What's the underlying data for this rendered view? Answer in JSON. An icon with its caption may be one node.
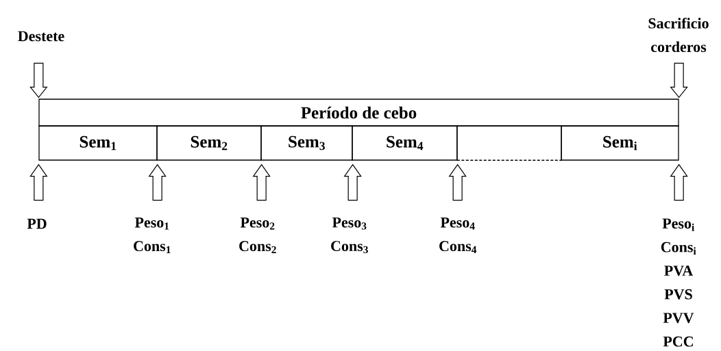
{
  "diagram": {
    "nodes": [
      {
        "text": [
          "Período de cebo"
        ]
      },
      {
        "text": [
          "Sem$_{1}$"
        ]
      },
      {
        "text": [
          "Sem$_{2}$"
        ]
      },
      {
        "text": [
          "Sem$_{3}$"
        ]
      },
      {
        "text": [
          "Sem$_{4}$"
        ]
      },
      {
        "text": [],
        "shape": "box"
      },
      {
        "text": [
          "Sem$_{i}$"
        ]
      },
      {
        "text": [
          "Destete"
        ]
      },
      {
        "text": [
          "Sacrificio corderos"
        ]
      },
      {
        "text": [
          "PD"
        ]
      },
      {
        "text": [
          "Peso$_{1}$",
          "Cons$_{1}$"
        ]
      },
      {
        "text": [
          "Peso$_{2}$",
          "Cons$_{2}$"
        ]
      },
      {
        "text": [
          "Peso$_{3}$",
          "Cons$_{3}$"
        ]
      },
      {
        "text": [
          "Peso$_{4}$",
          "Cons$_{4}$"
        ]
      },
      {
        "text": [
          "Peso$_{i}$",
          "Cons$_{i}$",
          "PVA",
          "PVS",
          "PVV",
          "PCC"
        ]
      }
    ],
    "edges": [
      {
        "from": 7,
        "to": 0,
        "arrow": "to"
      },
      {
        "from": 8,
        "to": 0,
        "arrow": "to"
      },
      {
        "from": 9,
        "to": 1,
        "arrow": "to"
      },
      {
        "from": 10,
        "to": 1,
        "arrow": "to"
      },
      {
        "from": 11,
        "to": 2,
        "arrow": "to"
      },
      {
        "from": 12,
        "to": 3,
        "arrow": "to"
      },
      {
        "from": 13,
        "to": 4,
        "arrow": "to"
      },
      {
        "from": 14,
        "to": 6,
        "arrow": "to"
      }
    ]
  }
}
